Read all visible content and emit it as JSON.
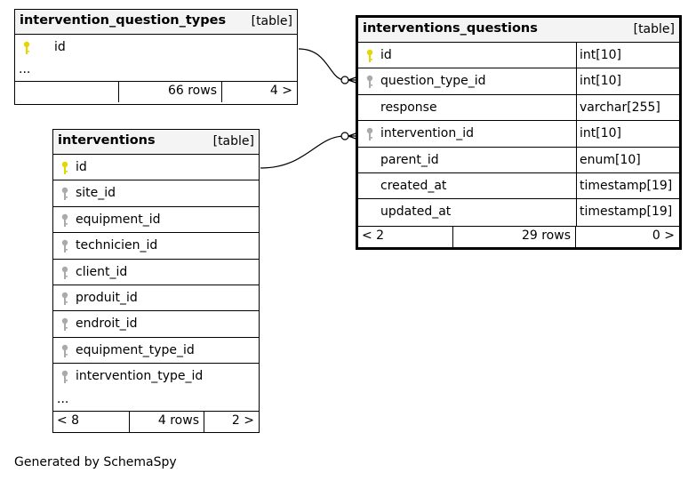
{
  "tables": {
    "iqt": {
      "name": "intervention_question_types",
      "kind": "[table]",
      "columns": [
        {
          "name": "id",
          "key": "primary"
        }
      ],
      "more": "...",
      "footer": {
        "left": "",
        "rows": "66 rows",
        "right": "4 >"
      }
    },
    "interventions": {
      "name": "interventions",
      "kind": "[table]",
      "columns": [
        {
          "name": "id",
          "key": "primary"
        },
        {
          "name": "site_id",
          "key": "foreign"
        },
        {
          "name": "equipment_id",
          "key": "foreign"
        },
        {
          "name": "technicien_id",
          "key": "foreign"
        },
        {
          "name": "client_id",
          "key": "foreign"
        },
        {
          "name": "produit_id",
          "key": "foreign"
        },
        {
          "name": "endroit_id",
          "key": "foreign"
        },
        {
          "name": "equipment_type_id",
          "key": "foreign"
        },
        {
          "name": "intervention_type_id",
          "key": "foreign"
        }
      ],
      "more": "...",
      "footer": {
        "left": "< 8",
        "rows": "4 rows",
        "right": "2 >"
      }
    },
    "iq": {
      "name": "interventions_questions",
      "kind": "[table]",
      "columns": [
        {
          "name": "id",
          "key": "primary",
          "type": "int[10]"
        },
        {
          "name": "question_type_id",
          "key": "foreign",
          "type": "int[10]"
        },
        {
          "name": "response",
          "key": "none",
          "type": "varchar[255]"
        },
        {
          "name": "intervention_id",
          "key": "foreign",
          "type": "int[10]"
        },
        {
          "name": "parent_id",
          "key": "none",
          "type": "enum[10]"
        },
        {
          "name": "created_at",
          "key": "none",
          "type": "timestamp[19]"
        },
        {
          "name": "updated_at",
          "key": "none",
          "type": "timestamp[19]"
        }
      ],
      "footer": {
        "left": "< 2",
        "rows": "29 rows",
        "right": "0 >"
      }
    }
  },
  "colors": {
    "primary_key": "#e6d600",
    "foreign_key": "#aaaaaa",
    "header_bg": "#f4f4f4"
  },
  "generated_by": "Generated by SchemaSpy"
}
